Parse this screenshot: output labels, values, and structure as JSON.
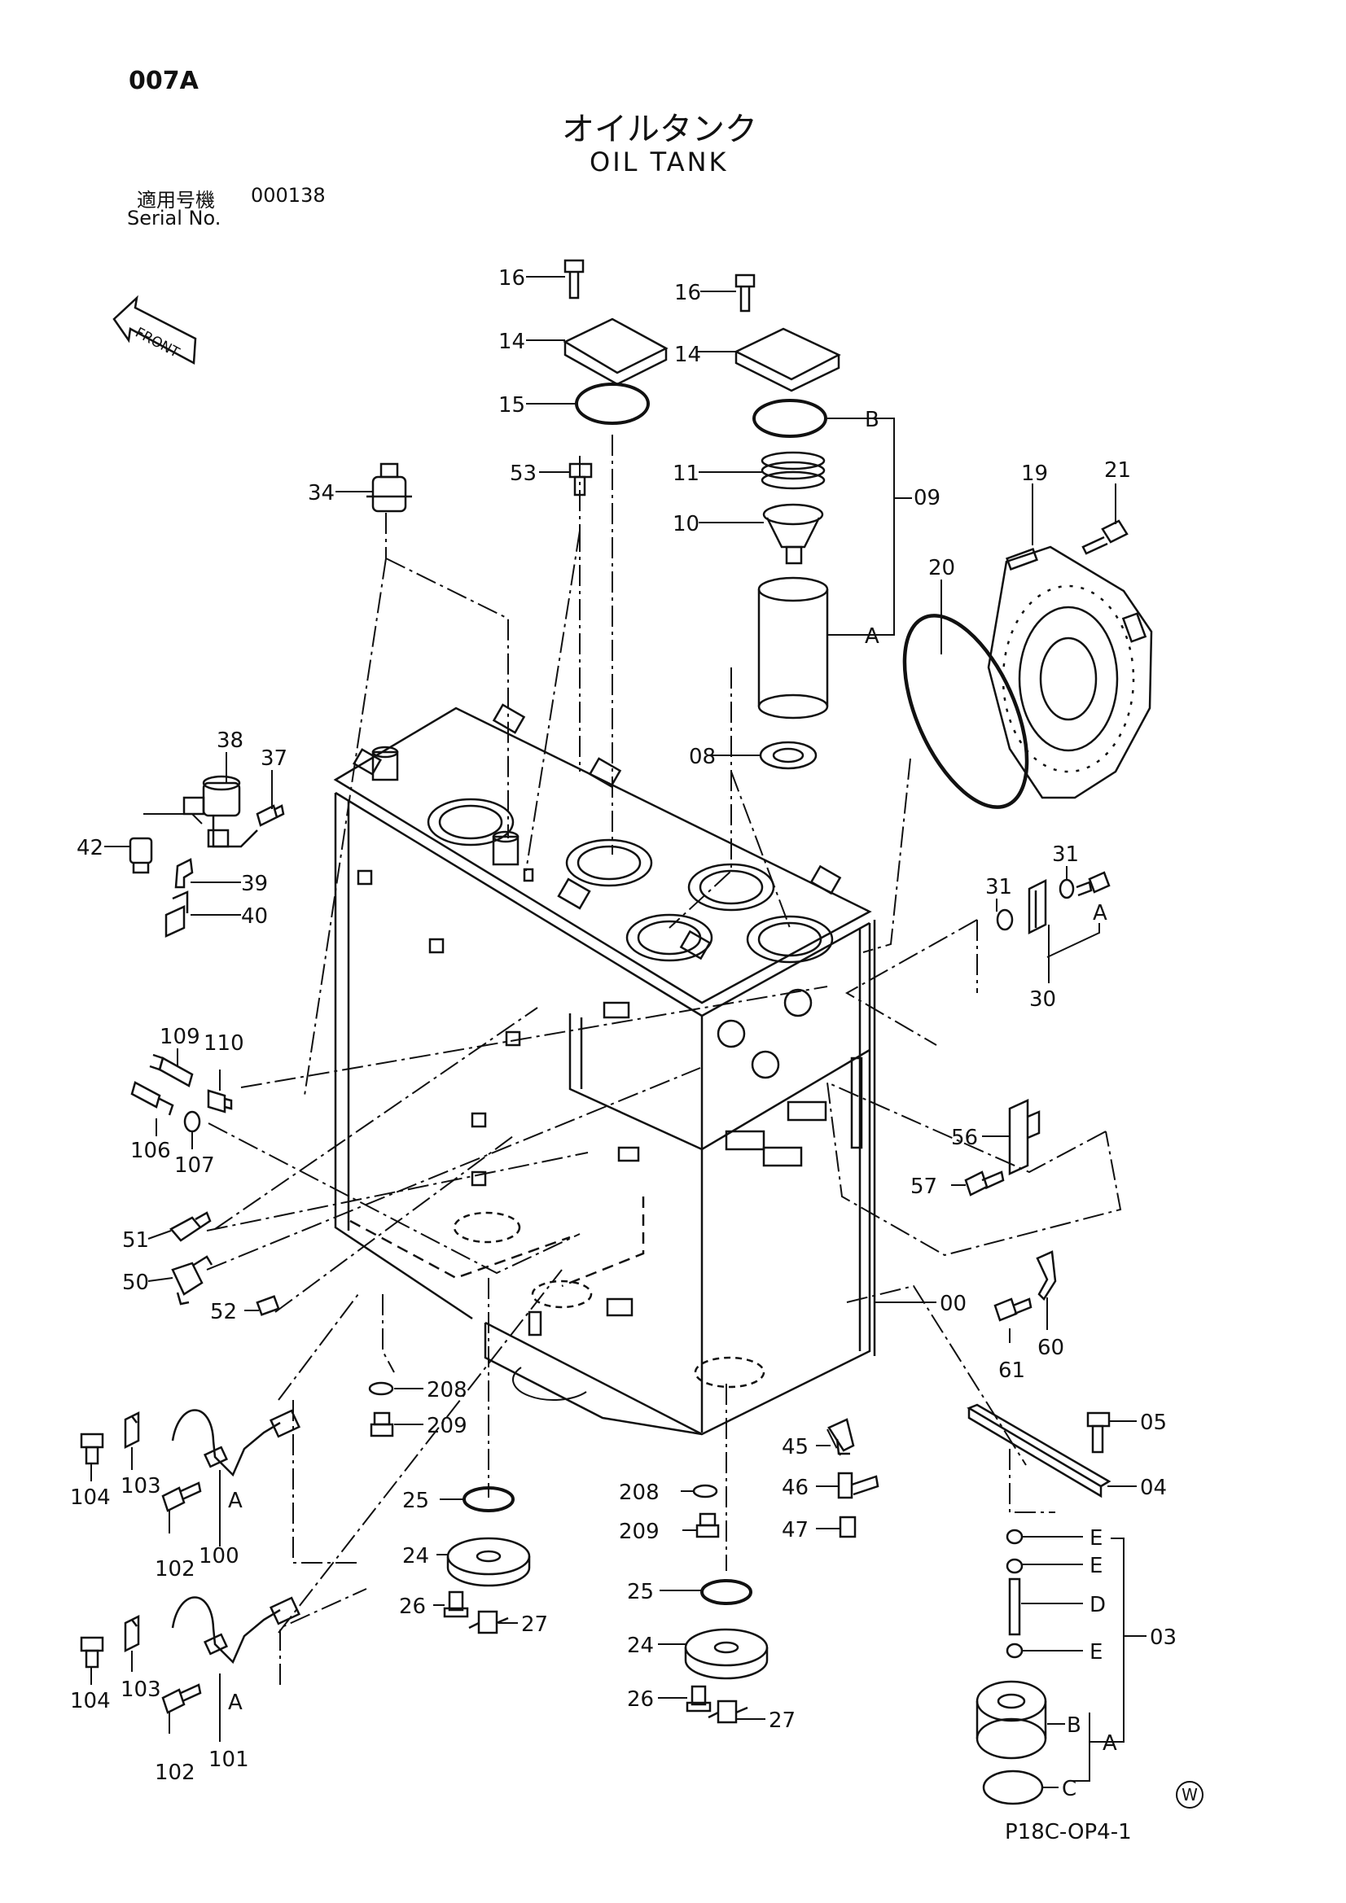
{
  "header": {
    "page_code": "007A",
    "title_jp": "オイルタンク",
    "title_en": "OIL TANK",
    "serial_label_jp": "適用号機",
    "serial_label_en": "Serial No.",
    "serial_value": "000138"
  },
  "front_label": "FRONT",
  "drawing_code": "P18C-OP4-1",
  "watermark": "W",
  "callouts": [
    "16",
    "16",
    "14",
    "14",
    "15",
    "B",
    "53",
    "11",
    "09",
    "10",
    "A",
    "19",
    "21",
    "34",
    "20",
    "38",
    "37",
    "08",
    "42",
    "39",
    "40",
    "31",
    "31",
    "A",
    "30",
    "109",
    "110",
    "106",
    "107",
    "56",
    "57",
    "51",
    "50",
    "52",
    "00",
    "61",
    "60",
    "208",
    "209",
    "05",
    "04",
    "104",
    "103",
    "A",
    "102",
    "100",
    "25",
    "24",
    "26",
    "27",
    "208",
    "209",
    "45",
    "46",
    "47",
    "E",
    "E",
    "D",
    "E",
    "03",
    "25",
    "24",
    "26",
    "27",
    "104",
    "103",
    "A",
    "102",
    "101",
    "B",
    "C",
    "A"
  ]
}
